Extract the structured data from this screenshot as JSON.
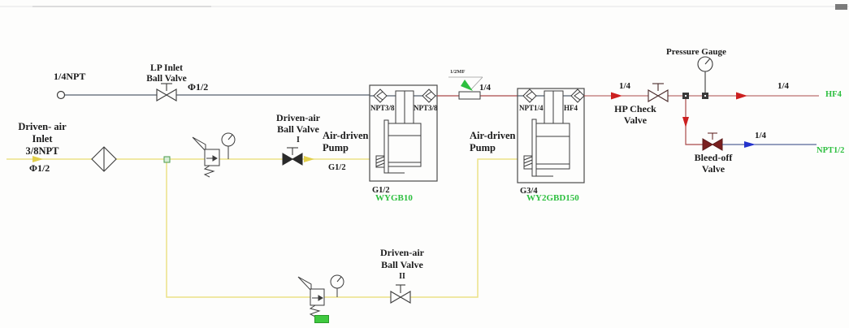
{
  "colors": {
    "lp_line": "#55616e",
    "drive_line": "#ece287",
    "drive_arrow": "#e2cf4a",
    "hp_line": "#aa4a4a",
    "hp_arrow": "#cc2020",
    "bleed_line": "#2a4080",
    "bleed_arrow": "#2433cc",
    "model_green": "#2dbf3f",
    "outline": "#3c3c3c"
  },
  "lp_inlet": {
    "port": "1/4NPT",
    "valve_line1": "LP Inlet",
    "valve_line2": "Ball Valve",
    "size": "Φ1/2"
  },
  "air_inlet": {
    "line1": "Driven- air",
    "line2": "Inlet",
    "line3": "3/8NPT",
    "size": "Φ1/2"
  },
  "valve1": {
    "line1": "Driven-air",
    "line2": "Ball Valve",
    "numeral": "I"
  },
  "valve2": {
    "line1": "Driven-air",
    "line2": "Ball Valve",
    "numeral": "II"
  },
  "pump1": {
    "name1": "Air-driven",
    "name2": "Pump",
    "drive_size": "G1/2",
    "port_left": "NPT3/8",
    "port_right": "NPT3/8",
    "bottom_port": "G1/2",
    "model": "WYGB10"
  },
  "pump2": {
    "name1": "Air-driven",
    "name2": "Pump",
    "port_left": "NPT1/4",
    "port_right": "HF4",
    "bottom_port": "G3/4",
    "model": "WY2GBD150"
  },
  "interstage": {
    "note": "1/2MF",
    "size": "1/4"
  },
  "outlet": {
    "size_before_check": "1/4",
    "check_line1": "HP Check",
    "check_line2": "Valve",
    "gauge_label": "Pressure Gauge",
    "size_after_gauge": "1/4",
    "port": "HF4"
  },
  "bleed": {
    "line1": "Bleed-off",
    "line2": "Valve",
    "size": "1/4",
    "port": "NPT1/2"
  },
  "badge_text": ""
}
